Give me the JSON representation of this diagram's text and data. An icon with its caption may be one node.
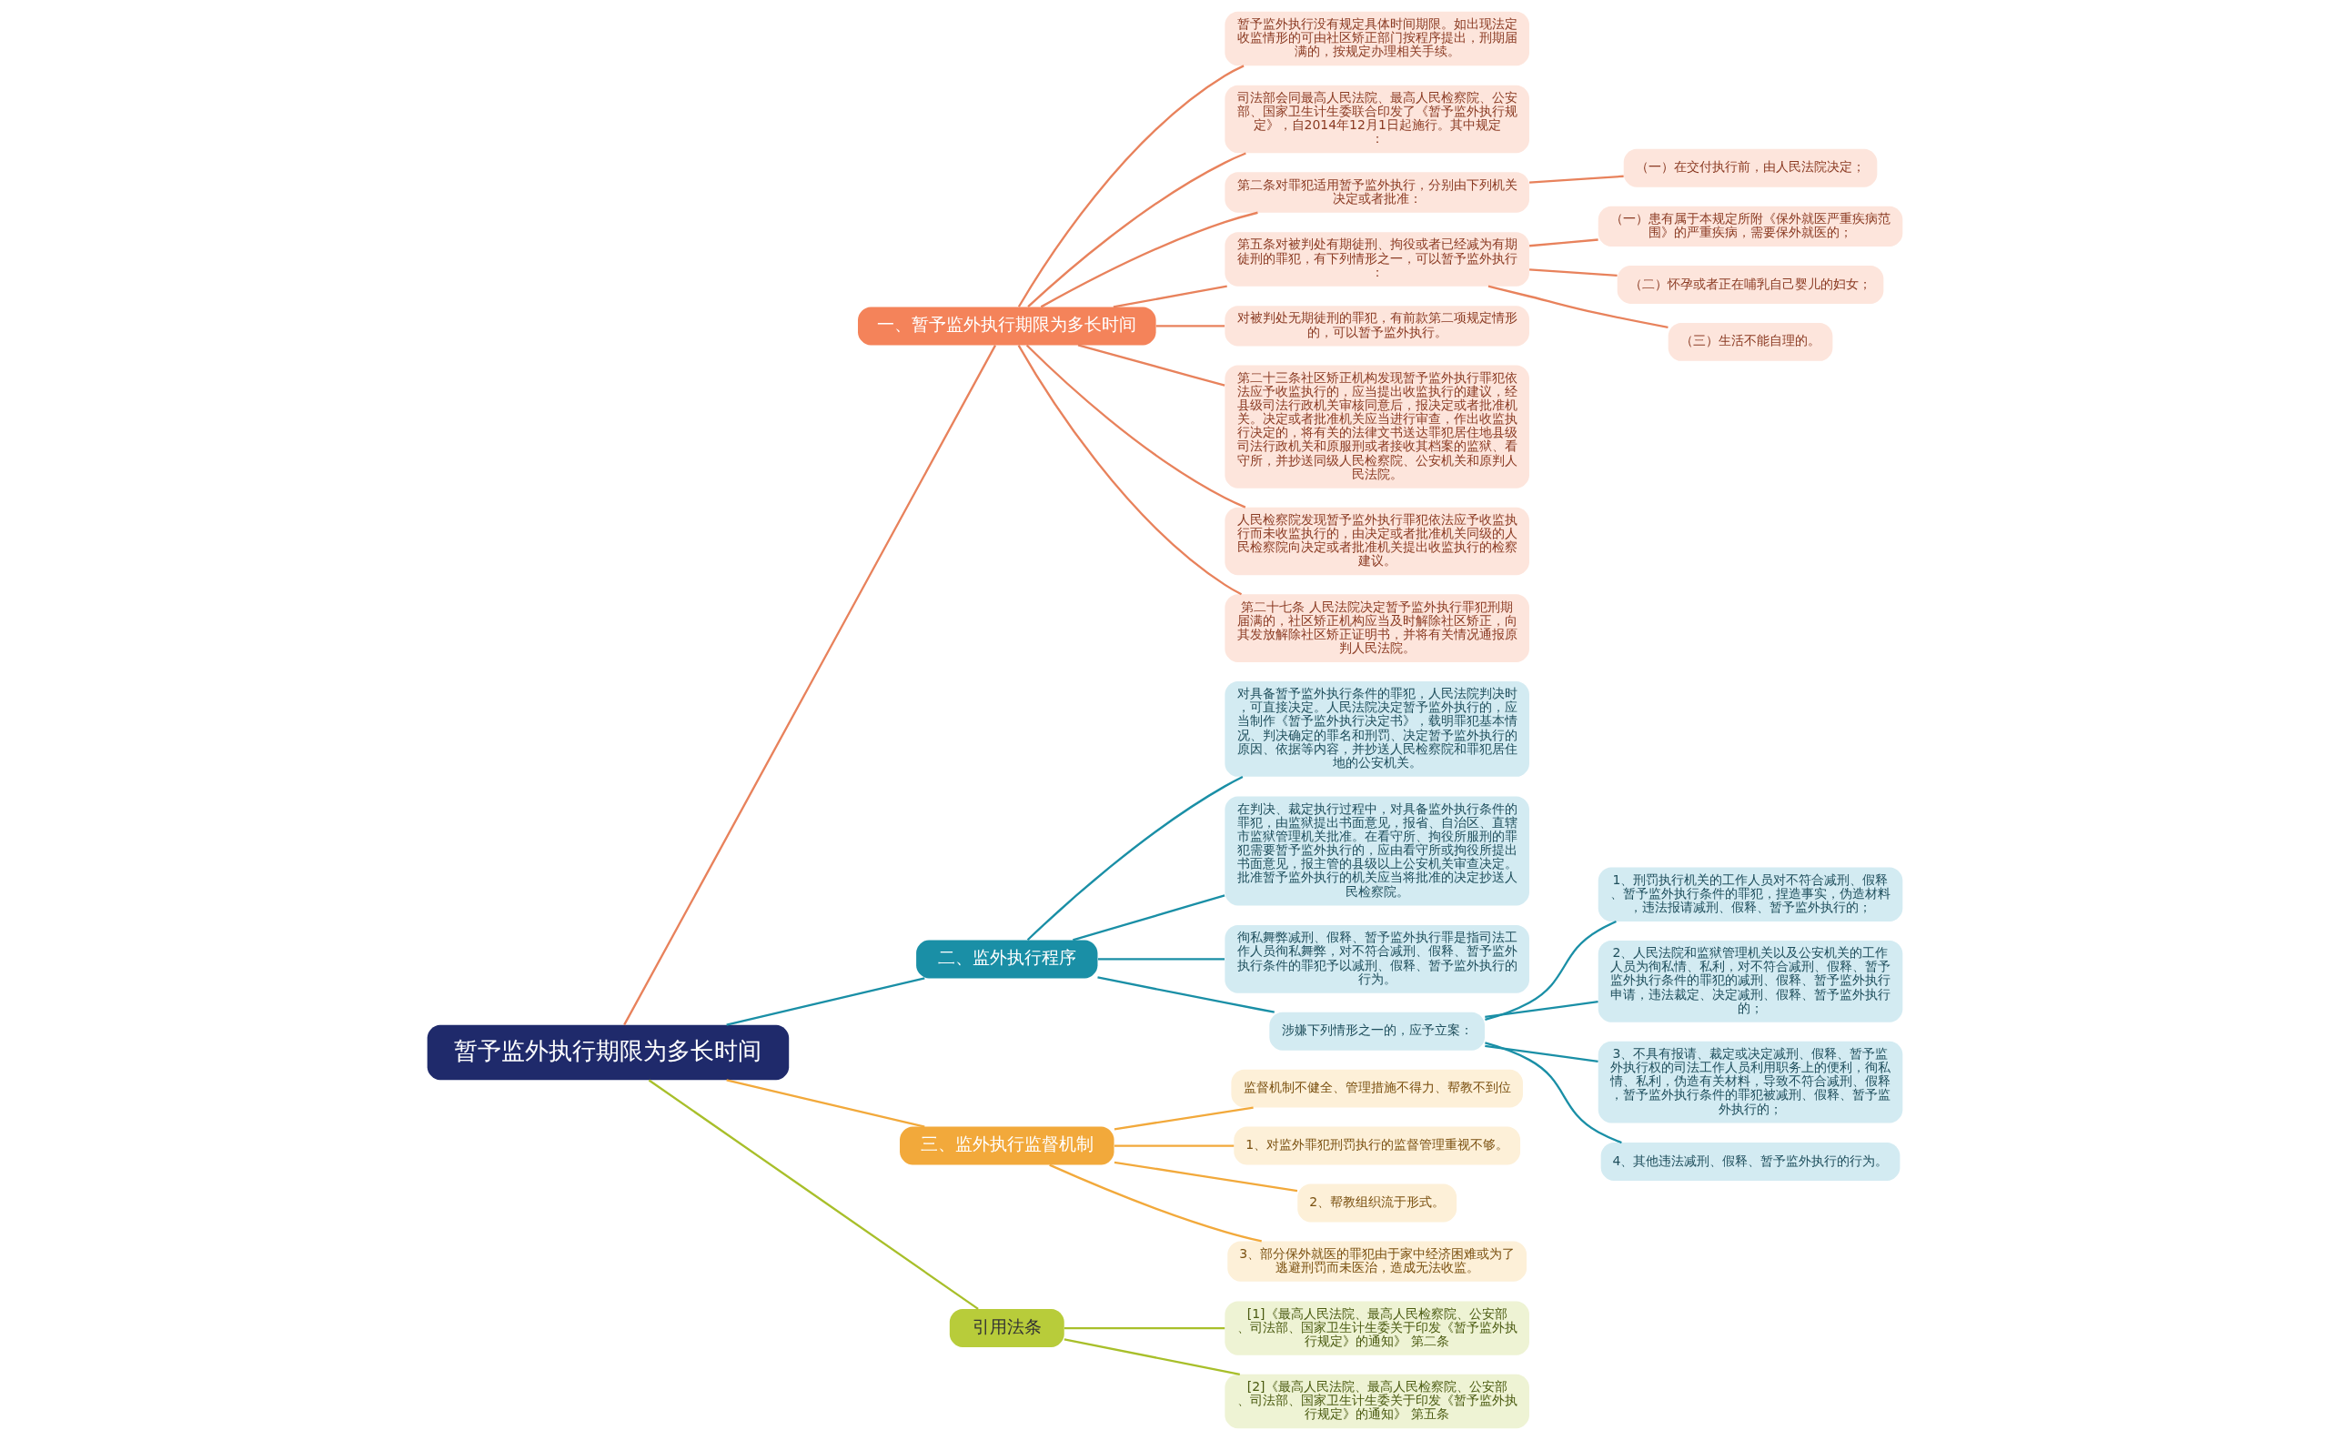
{
  "diagram": {
    "nodes": [
      {
        "text": [
          "暂予监外执行期限为多长时间"
        ]
      },
      {
        "text": [
          "一、暂予监外执行期限为多长时间"
        ]
      },
      {
        "text": [
          "暂予监外执行没有规定具体时间期限。如出现法定收监情形的可由社区矫正部门按程序提出，刑期届满的，按规定办理相关手续。"
        ]
      },
      {
        "text": [
          "司法部会同最高人民法院、最高人民检察院、公安部、国家卫生计生委联合印发了《暂予监外执行规定》，自2014年12月1日起施行。其中规定："
        ]
      },
      {
        "text": [
          "第二条对罪犯适用暂予监外执行，分别由下列机关决定或者批准："
        ]
      },
      {
        "text": [
          "（一）在交付执行前，由人民法院决定；"
        ]
      },
      {
        "text": [
          "第五条对被判处有期徒刑、拘役或者已经减为有期徒刑的罪犯，有下列情形之一，可以暂予监外执行："
        ]
      },
      {
        "text": [
          "（一）患有属于本规定所附《保外就医严重疾病范围》的严重疾病，需要保外就医的；"
        ]
      },
      {
        "text": [
          "（二）怀孕或者正在哺乳自己婴儿的妇女；"
        ]
      },
      {
        "text": [
          "（三）生活不能自理的。"
        ]
      },
      {
        "text": [
          "对被判处无期徒刑的罪犯，有前款第二项规定情形的，可以暂予监外执行。"
        ]
      },
      {
        "text": [
          "第二十三条社区矫正机构发现暂予监外执行罪犯依法应予收监执行的，应当提出收监执行的建议，经县级司法行政机关审核同意后，报决定或者批准机关。决定或者批准机关应当进行审查，作出收监执行决定的，将有关的法律文书送达罪犯居住地县级司法行政机关和原服刑或者接收其档案的监狱、看守所，并抄送同级人民检察院、公安机关和原判人民法院。"
        ]
      },
      {
        "text": [
          "人民检察院发现暂予监外执行罪犯依法应予收监执行而未收监执行的，由决定或者批准机关同级的人民检察院向决定或者批准机关提出收监执行的检察建议。"
        ]
      },
      {
        "text": [
          "第二十七条 人民法院决定暂予监外执行罪犯刑期届满的，社区矫正机构应当及时解除社区矫正，向其发放解除社区矫正证明书，并将有关情况通报原判人民法院。"
        ]
      },
      {
        "text": [
          "二、监外执行程序"
        ]
      },
      {
        "text": [
          "对具备暂予监外执行条件的罪犯，人民法院判决时，可直接决定。人民法院决定暂予监外执行的，应当制作《暂予监外执行决定书》，载明罪犯基本情况、判决确定的罪名和刑罚、决定暂予监外执行的原因、依据等内容，并抄送人民检察院和罪犯居住地的公安机关。"
        ]
      },
      {
        "text": [
          "在判决、裁定执行过程中，对具备监外执行条件的罪犯，由监狱提出书面意见，报省、自治区、直辖市监狱管理机关批准。在看守所、拘役所服刑的罪犯需要暂予监外执行的，应由看守所或拘役所提出书面意见，报主管的县级以上公安机关审查决定。批准暂予监外执行的机关应当将批准的决定抄送人民检察院。"
        ]
      },
      {
        "text": [
          "徇私舞弊减刑、假释、暂予监外执行罪是指司法工作人员徇私舞弊，对不符合减刑、假释、暂予监外执行条件的罪犯予以减刑、假释、暂予监外执行的行为。"
        ]
      },
      {
        "text": [
          "涉嫌下列情形之一的，应予立案："
        ]
      },
      {
        "text": [
          "1、刑罚执行机关的工作人员对不符合减刑、假释、暂予监外执行条件的罪犯，捏造事实，伪造材料，违法报请减刑、假释、暂予监外执行的；"
        ]
      },
      {
        "text": [
          "2、人民法院和监狱管理机关以及公安机关的工作人员为徇私情、私利，对不符合减刑、假释、暂予监外执行条件的罪犯的减刑、假释、暂予监外执行申请，违法裁定、决定减刑、假释、暂予监外执行的；"
        ]
      },
      {
        "text": [
          "3、不具有报请、裁定或决定减刑、假释、暂予监外执行权的司法工作人员利用职务上的便利，徇私情、私利，伪造有关材料，导致不符合减刑、假释，暂予监外执行条件的罪犯被减刑、假释、暂予监外执行的；"
        ]
      },
      {
        "text": [
          "4、其他违法减刑、假释、暂予监外执行的行为。"
        ]
      },
      {
        "text": [
          "三、监外执行监督机制"
        ]
      },
      {
        "text": [
          "监督机制不健全、管理措施不得力、帮教不到位"
        ]
      },
      {
        "text": [
          "1、对监外罪犯刑罚执行的监督管理重视不够。"
        ]
      },
      {
        "text": [
          "2、帮教组织流于形式。"
        ]
      },
      {
        "text": [
          "3、部分保外就医的罪犯由于家中经济困难或为了逃避刑罚而未医治，造成无法收监。"
        ]
      },
      {
        "text": [
          "引用法条"
        ]
      },
      {
        "text": [
          "[1]《最高人民法院、最高人民检察院、公安部、司法部、国家卫生计生委关于印发《暂予监外执行规定》的通知》 第二条"
        ]
      },
      {
        "text": [
          "[2]《最高人民法院、最高人民检察院、公安部、司法部、国家卫生计生委关于印发《暂予监外执行规定》的通知》 第五条"
        ]
      }
    ],
    "edges": [
      {
        "from": 0,
        "to": 1,
        "arrow": "none"
      },
      {
        "from": 1,
        "to": 2,
        "arrow": "none"
      },
      {
        "from": 1,
        "to": 3,
        "arrow": "none"
      },
      {
        "from": 1,
        "to": 4,
        "arrow": "none"
      },
      {
        "from": 4,
        "to": 5,
        "arrow": "none"
      },
      {
        "from": 1,
        "to": 6,
        "arrow": "none"
      },
      {
        "from": 6,
        "to": 7,
        "arrow": "none"
      },
      {
        "from": 6,
        "to": 8,
        "arrow": "none"
      },
      {
        "from": 6,
        "to": 9,
        "arrow": "none"
      },
      {
        "from": 1,
        "to": 10,
        "arrow": "none"
      },
      {
        "from": 1,
        "to": 11,
        "arrow": "none"
      },
      {
        "from": 1,
        "to": 12,
        "arrow": "none"
      },
      {
        "from": 1,
        "to": 13,
        "arrow": "none"
      },
      {
        "from": 0,
        "to": 14,
        "arrow": "none",
        "color": "#1a8fa6"
      },
      {
        "from": 14,
        "to": 15,
        "arrow": "none",
        "color": "#1a8fa6"
      },
      {
        "from": 14,
        "to": 16,
        "arrow": "none",
        "color": "#1a8fa6"
      },
      {
        "from": 14,
        "to": 17,
        "arrow": "none",
        "color": "#1a8fa6"
      },
      {
        "from": 14,
        "to": 18,
        "arrow": "none",
        "color": "#1a8fa6"
      },
      {
        "from": 18,
        "to": 19,
        "arrow": "none",
        "color": "#1a8fa6"
      },
      {
        "from": 18,
        "to": 20,
        "arrow": "none",
        "color": "#1a8fa6"
      },
      {
        "from": 18,
        "to": 21,
        "arrow": "none",
        "color": "#1a8fa6"
      },
      {
        "from": 18,
        "to": 22,
        "arrow": "none",
        "color": "#1a8fa6"
      },
      {
        "from": 0,
        "to": 23,
        "arrow": "none",
        "color": "#f2a93b"
      },
      {
        "from": 23,
        "to": 24,
        "arrow": "none",
        "color": "#f2a93b"
      },
      {
        "from": 23,
        "to": 25,
        "arrow": "none",
        "color": "#f2a93b"
      },
      {
        "from": 23,
        "to": 26,
        "arrow": "none",
        "color": "#f2a93b"
      },
      {
        "from": 23,
        "to": 27,
        "arrow": "none",
        "color": "#f2a93b"
      },
      {
        "from": 0,
        "to": 28,
        "arrow": "none",
        "color": "#a8bf2a"
      },
      {
        "from": 28,
        "to": 29,
        "arrow": "none",
        "color": "#a8bf2a"
      },
      {
        "from": 28,
        "to": 30,
        "arrow": "none",
        "color": "#a8bf2a"
      }
    ]
  }
}
